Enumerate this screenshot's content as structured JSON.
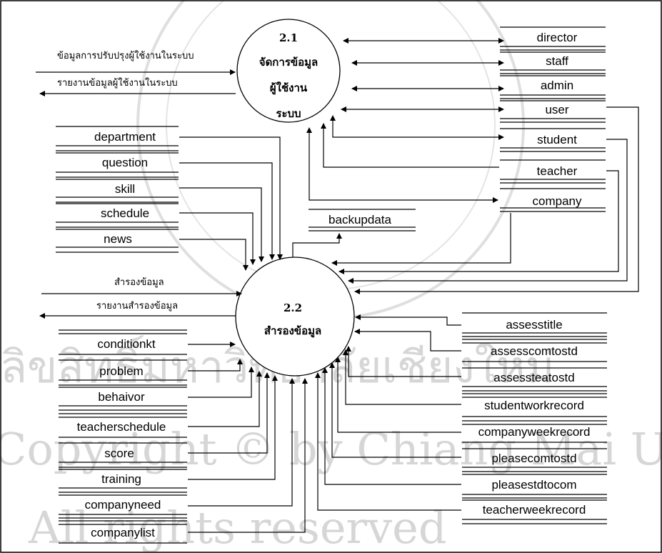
{
  "process1": {
    "id": "2.1",
    "lines": [
      "จัดการข้อมูล",
      "ผู้ใช้งาน",
      "ระบบ"
    ]
  },
  "process2": {
    "id": "2.2",
    "lines": [
      "สำรองข้อมูล"
    ]
  },
  "flows": {
    "update_user": "ข้อมูลการปรับปรุงผู้ใช้งานในระบบ",
    "report_user": "รายงานข้อมูลผู้ใช้งานในระบบ",
    "backup": "สำรองข้อมูล",
    "report_backup": "รายงานสำรองข้อมูล"
  },
  "stores_right_top": [
    "director",
    "staff",
    "admin",
    "user",
    "student",
    "teacher",
    "company"
  ],
  "stores_left_top": [
    "department",
    "question",
    "skill",
    "schedule",
    "news"
  ],
  "store_backup": "backupdata",
  "stores_left_bottom": [
    "conditionkt",
    "problem",
    "behaivor",
    "teacherschedule",
    "score",
    "training",
    "companyneed",
    "companylist"
  ],
  "stores_right_bottom": [
    "assesstitle",
    "assesscomtostd",
    "assessteatostd",
    "studentworkrecord",
    "companyweekrecord",
    "pleasecomtostd",
    "pleasestdtocom",
    "teacherweekrecord"
  ],
  "watermark": [
    "ลิขสิทธิ์มหาวิทยาลัยเชียงใหม่",
    "Copyright © by Chiang Mai University",
    "All rights reserved"
  ]
}
